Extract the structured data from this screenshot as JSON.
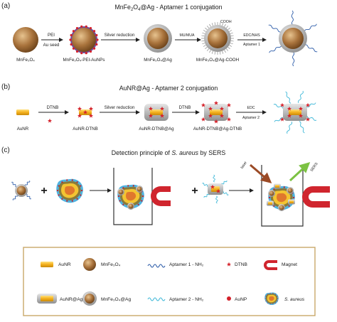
{
  "panels": {
    "a": {
      "letter": "(a)",
      "title_pre": "MnFe",
      "title_sub1": "2",
      "title_mid": "O",
      "title_sub2": "4",
      "title_post": "@Ag - Aptamer 1 conjugation",
      "labels": [
        "MnFe₃O₄",
        "MnFe₃O₄-PEI-AuNPs",
        "MnFe₃O₄@Ag",
        "MnFe₃O₄@Ag-COOH"
      ],
      "arrow_labels": {
        "a1_top": "PEI",
        "a1_bot": "Au seed",
        "a2_top": "Silver reduction",
        "a3_top": "MU/MUA",
        "a4_top": "EDC/NHS",
        "a4_bot": "Aptamer 1"
      },
      "cooh": "COOH"
    },
    "b": {
      "letter": "(b)",
      "title": "AuNR@Ag - Aptamer 2 conjugation",
      "labels": [
        "AuNR",
        "AuNR-DTNB",
        "AuNR-DTNB@Ag",
        "AuNR-DTNB@Ag-DTNB"
      ],
      "arrow_labels": {
        "b1_top": "DTNB",
        "b2_top": "Silver reduction",
        "b3_top": "DTNB",
        "b4_top": "EDC",
        "b4_bot": "Aptamer 2"
      }
    },
    "c": {
      "letter": "(c)",
      "title_pre": "Detection principle of ",
      "title_ital": "S. aureus",
      "title_post": " by SERS",
      "laser": "laser",
      "sers": "SERS"
    }
  },
  "legend": {
    "row1": [
      "AuNR",
      "MnFe₃O₄",
      "Aptamer 1 - NH₂",
      "DTNB",
      "Magnet"
    ],
    "row2": [
      "AuNR@Ag",
      "MnFe₃O₄@Ag",
      "Aptamer 2 - NH₂",
      "AuNP",
      "S. aureus"
    ]
  },
  "colors": {
    "sphere": "#a8753f",
    "gold": "#f2b21d",
    "silver": "#bdbdbd",
    "dtnb": "#d4212a",
    "aptamer1": "#2a5aa8",
    "aptamer2": "#3fb8d8",
    "magnet": "#d0252e",
    "arrow_laser": "#9b4a26",
    "arrow_sers": "#7cc243",
    "legend_border": "#c9a86a"
  },
  "icons": [
    "arrow-icon",
    "plus-icon",
    "magnet-icon",
    "cuvette-icon",
    "bacterium-icon",
    "star-icon"
  ]
}
